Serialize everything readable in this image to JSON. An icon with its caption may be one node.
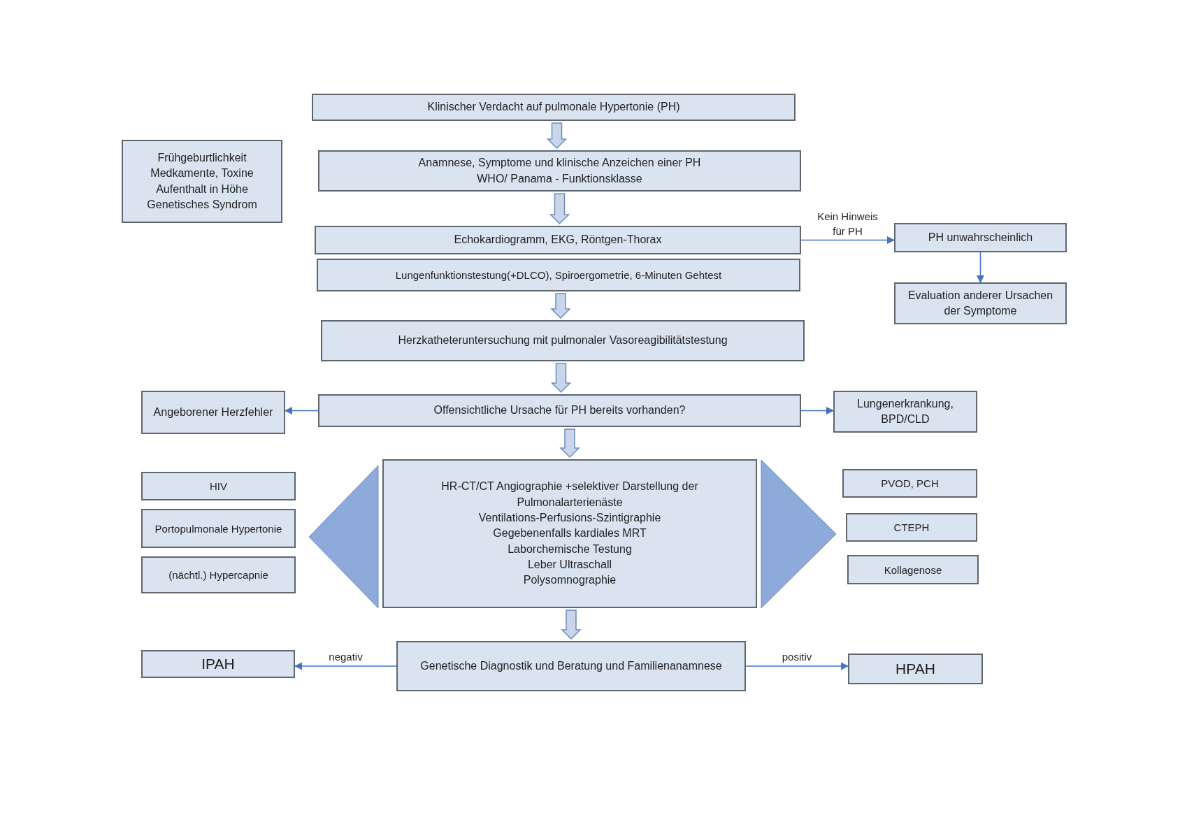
{
  "diagram": {
    "nodes": [
      {
        "text": [
          "Klinischer Verdacht auf pulmonale Hypertonie (PH)"
        ]
      },
      {
        "text": [
          "Frühgeburtlichkeit",
          "Medkamente, Toxine",
          "Aufenthalt in Höhe",
          "Genetisches Syndrom"
        ]
      },
      {
        "text": [
          "Anamnese, Symptome und klinische Anzeichen einer PH",
          "WHO/ Panama - Funktionsklasse"
        ]
      },
      {
        "text": [
          "Echokardiogramm, EKG, Röntgen-Thorax"
        ]
      },
      {
        "text": [
          "Lungenfunktionstestung(+DLCO), Spiroergometrie, 6-Minuten Gehtest"
        ]
      },
      {
        "text": [
          "PH unwahrscheinlich"
        ]
      },
      {
        "text": [
          "Evaluation anderer Ursachen der Symptome"
        ]
      },
      {
        "text": [
          "Herzkatheteruntersuchung mit pulmonaler Vasoreagibilitätstestung"
        ]
      },
      {
        "text": [
          "Angeborener Herzfehler"
        ]
      },
      {
        "text": [
          "Offensichtliche Ursache für PH bereits vorhanden?"
        ]
      },
      {
        "text": [
          "Lungenerkrankung, BPD/CLD"
        ]
      },
      {
        "text": [
          "HIV"
        ]
      },
      {
        "text": [
          "Portopulmonale Hypertonie"
        ]
      },
      {
        "text": [
          "(nächtl.) Hypercapnie"
        ]
      },
      {
        "text": [
          "HR-CT/CT Angiographie +selektiver Darstellung der Pulmonalarterienäste",
          "Ventilations-Perfusions-Szintigraphie",
          "Gegebenenfalls kardiales MRT",
          "Laborchemische Testung",
          "Leber Ultraschall",
          "Polysomnographie"
        ]
      },
      {
        "text": [
          "PVOD, PCH"
        ]
      },
      {
        "text": [
          "CTEPH"
        ]
      },
      {
        "text": [
          "Kollagenose"
        ]
      },
      {
        "text": [
          "IPAH"
        ]
      },
      {
        "text": [
          "Genetische Diagnostik und Beratung und Familienanamnese"
        ]
      },
      {
        "text": [
          "HPAH"
        ]
      },
      {
        "text": [],
        "shape": "triangle"
      },
      {
        "text": [],
        "shape": "triangle"
      }
    ],
    "edges": [
      {
        "from": 0,
        "to": 2,
        "arrow": "to",
        "style": "thick"
      },
      {
        "from": 2,
        "to": 3,
        "arrow": "to",
        "style": "thick"
      },
      {
        "from": 3,
        "to": 5,
        "arrow": "to",
        "label": "Kein Hinweis für PH"
      },
      {
        "from": 5,
        "to": 6,
        "arrow": "to"
      },
      {
        "from": 4,
        "to": 7,
        "arrow": "to",
        "style": "thick"
      },
      {
        "from": 7,
        "to": 9,
        "arrow": "to",
        "style": "thick"
      },
      {
        "from": 9,
        "to": 8,
        "arrow": "to"
      },
      {
        "from": 9,
        "to": 10,
        "arrow": "to"
      },
      {
        "from": 9,
        "to": 14,
        "arrow": "to",
        "style": "thick"
      },
      {
        "from": 14,
        "to": 19,
        "arrow": "to",
        "style": "thick"
      },
      {
        "from": 19,
        "to": 18,
        "arrow": "to",
        "label": "negativ"
      },
      {
        "from": 19,
        "to": 20,
        "arrow": "to",
        "label": "positiv"
      }
    ]
  }
}
